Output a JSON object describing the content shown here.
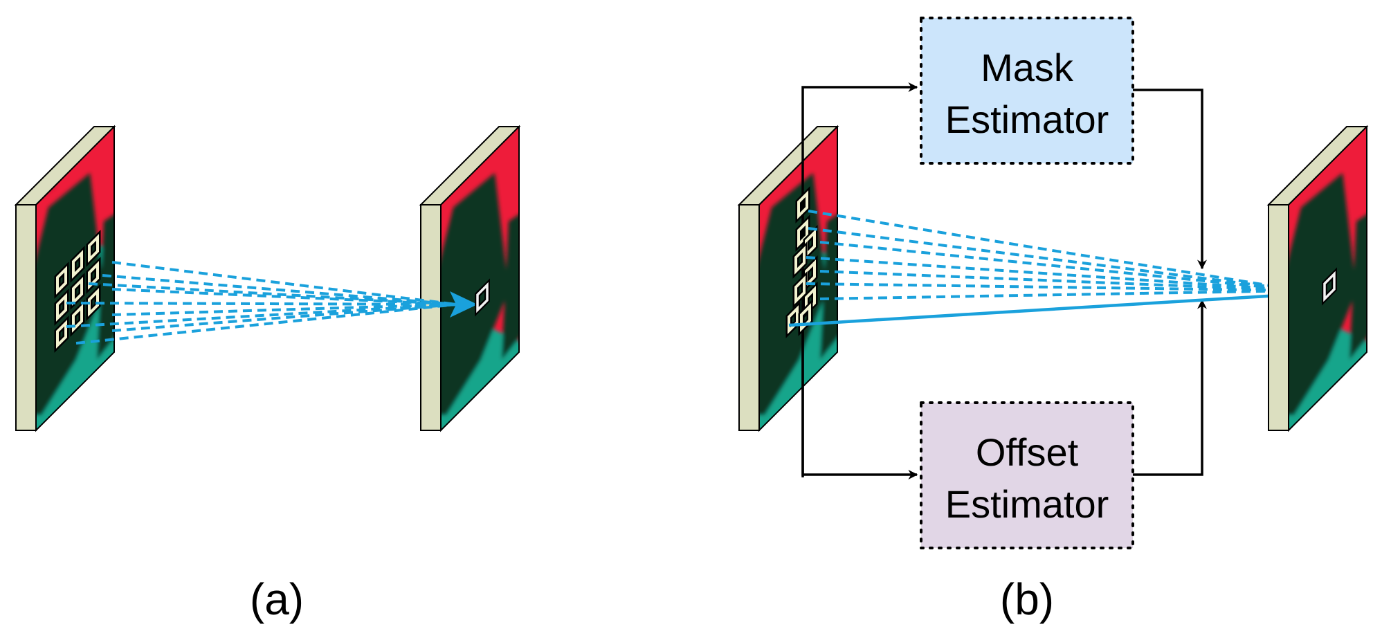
{
  "panels": {
    "a": {
      "caption": "(a)"
    },
    "b": {
      "caption": "(b)",
      "mask_box": {
        "line1": "Mask",
        "line2": "Estimator"
      },
      "offset_box": {
        "line1": "Offset",
        "line2": "Estimator"
      }
    }
  },
  "colors": {
    "sampling_line": "#1aa1dc",
    "mask_box_fill": "#cce5fb",
    "offset_box_fill": "#e1d6e6",
    "slab_side": "#dcdfc0",
    "kernel_square": "#f2f2cf",
    "image_red": "#ee1c3a",
    "image_dark": "#0d3524",
    "image_teal": "#12a58b"
  },
  "icons": [
    "feature-map-slab",
    "kernel-sample-square",
    "output-pixel-square",
    "arrowhead"
  ]
}
